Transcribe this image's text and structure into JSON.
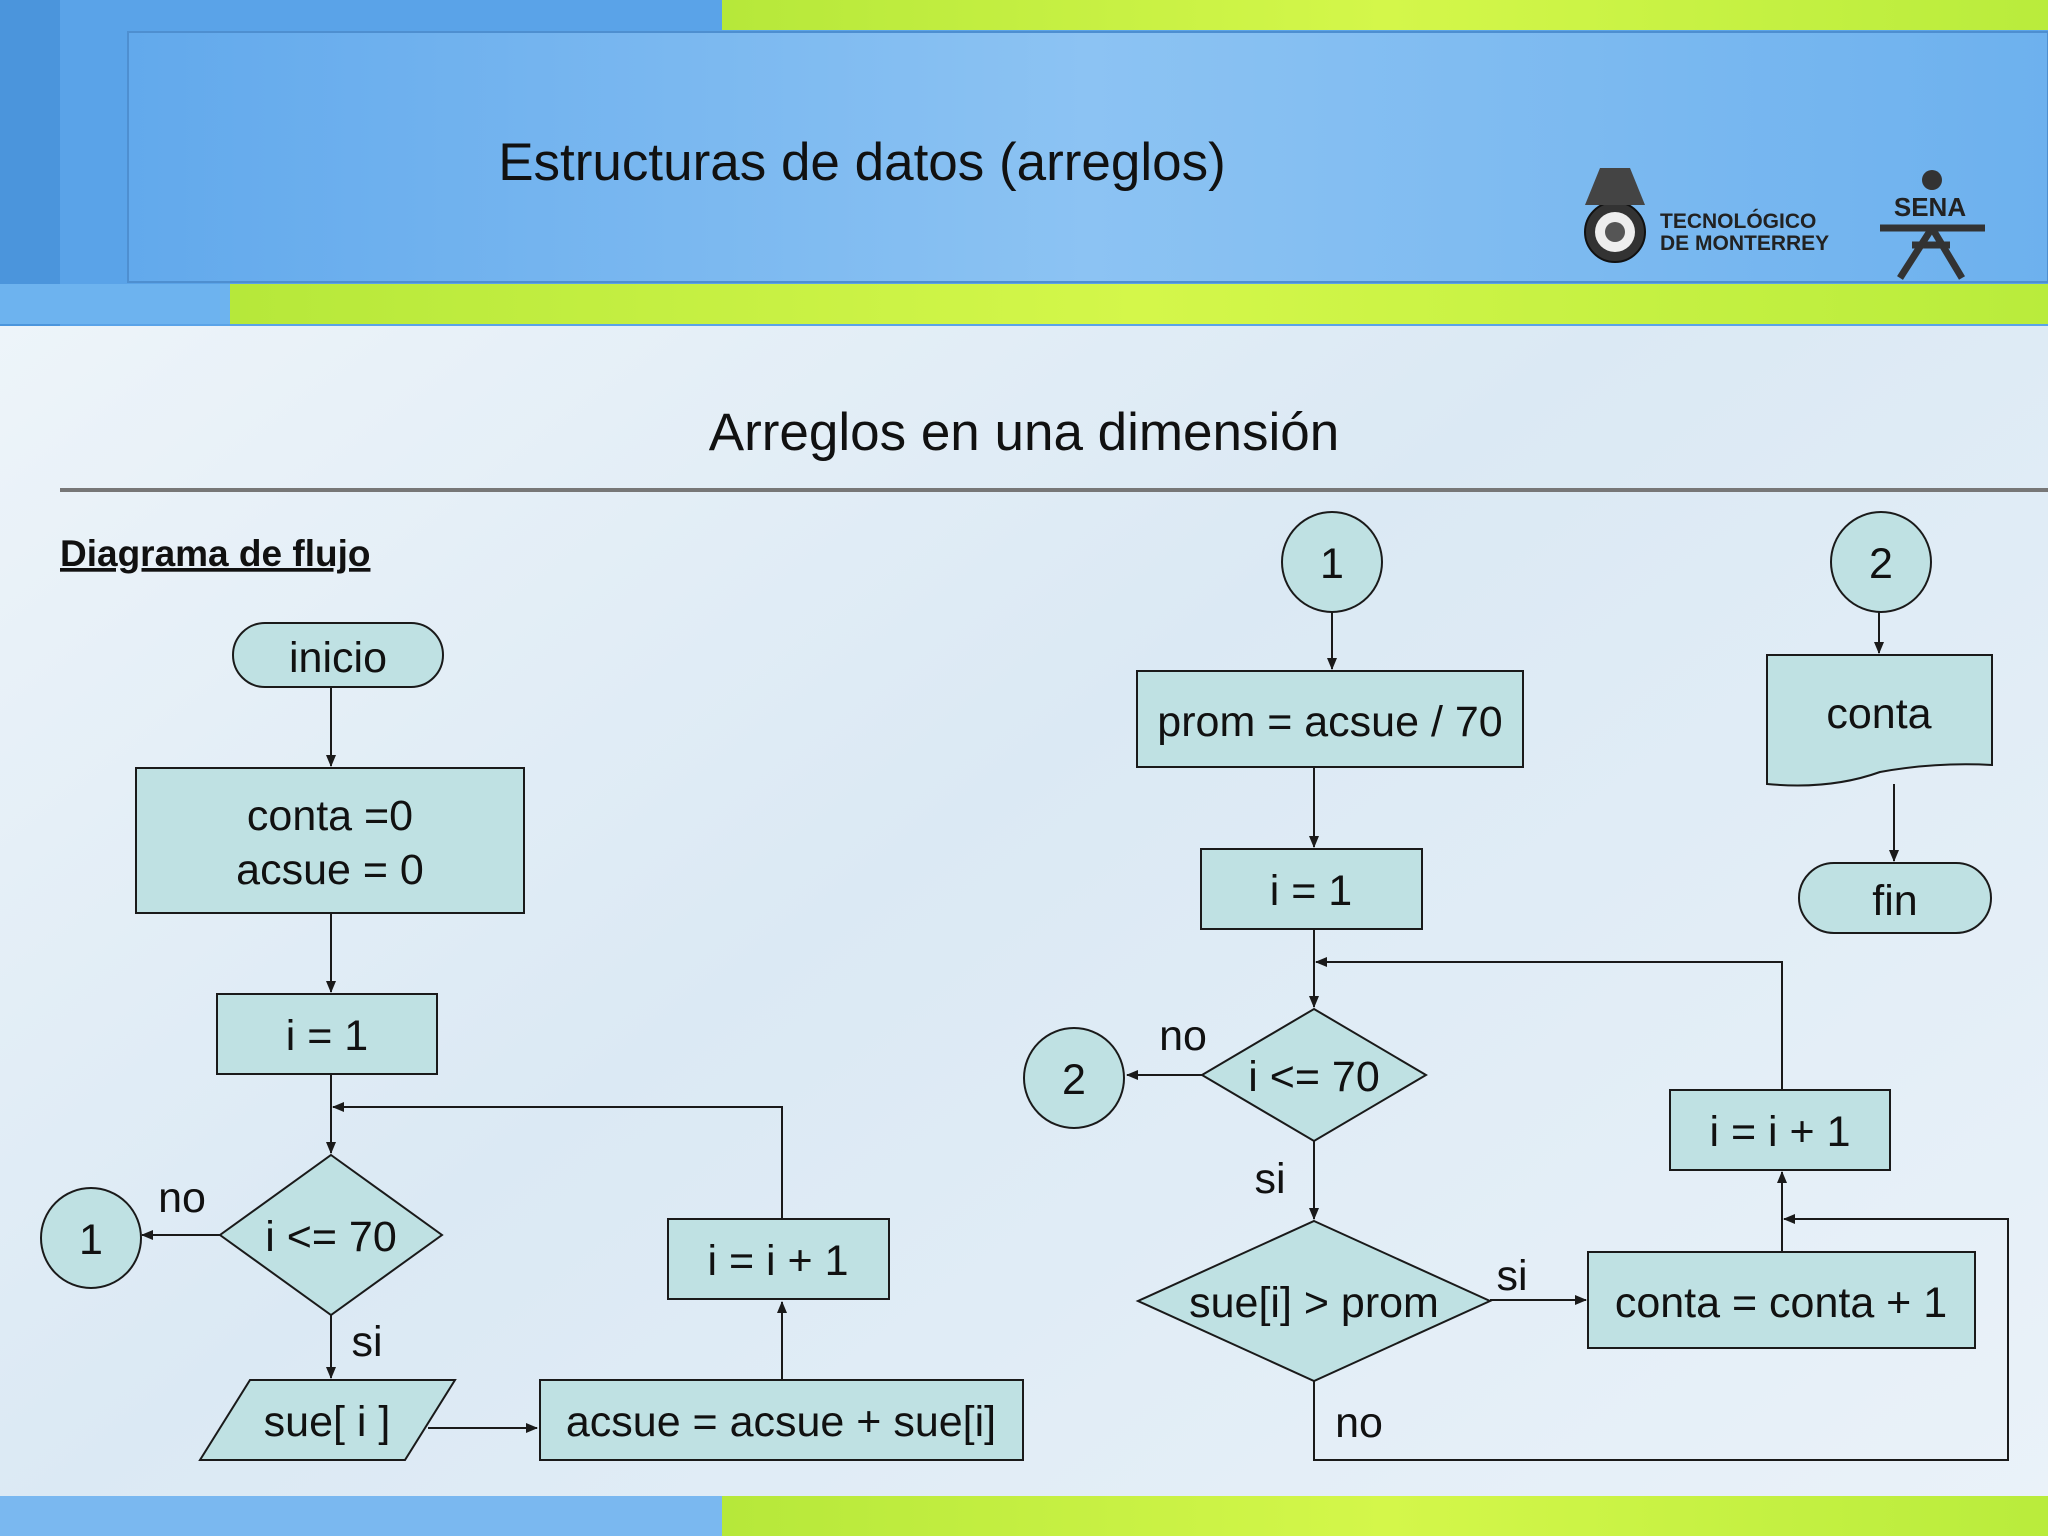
{
  "slide": {
    "title": "Estructuras de datos (arreglos)",
    "subtitle": "Arreglos en una dimensión",
    "section_label": "Diagrama de flujo",
    "logos": {
      "tec_line1": "TECNOLÓGICO",
      "tec_line2": "DE MONTERREY",
      "sena": "SENA"
    },
    "colors": {
      "header_blue": "#6fb4ef",
      "accent_green": "#c6f23a",
      "node_fill": "#bfe1e3",
      "line": "#1a1a1a"
    }
  },
  "flowchart_left": {
    "start": "inicio",
    "init_line1": "conta =0",
    "init_line2": "acsue = 0",
    "set_i": "i = 1",
    "condition": "i <= 70",
    "connector_out": "1",
    "label_no": "no",
    "label_si": "si",
    "input": "sue[ i ]",
    "accumulate": "acsue = acsue + sue[i]",
    "increment": "i = i + 1"
  },
  "flowchart_right": {
    "connector_in_1": "1",
    "average": "prom = acsue / 70",
    "set_i": "i = 1",
    "condition": "i <= 70",
    "connector_out_2": "2",
    "label_no_loop": "no",
    "label_si_loop": "si",
    "compare": "sue[i] > prom",
    "label_si_compare": "si",
    "label_no_compare": "no",
    "count": "conta = conta + 1",
    "increment": "i = i + 1"
  },
  "flowchart_end": {
    "connector_in_2": "2",
    "output": "conta",
    "end": "fin"
  }
}
